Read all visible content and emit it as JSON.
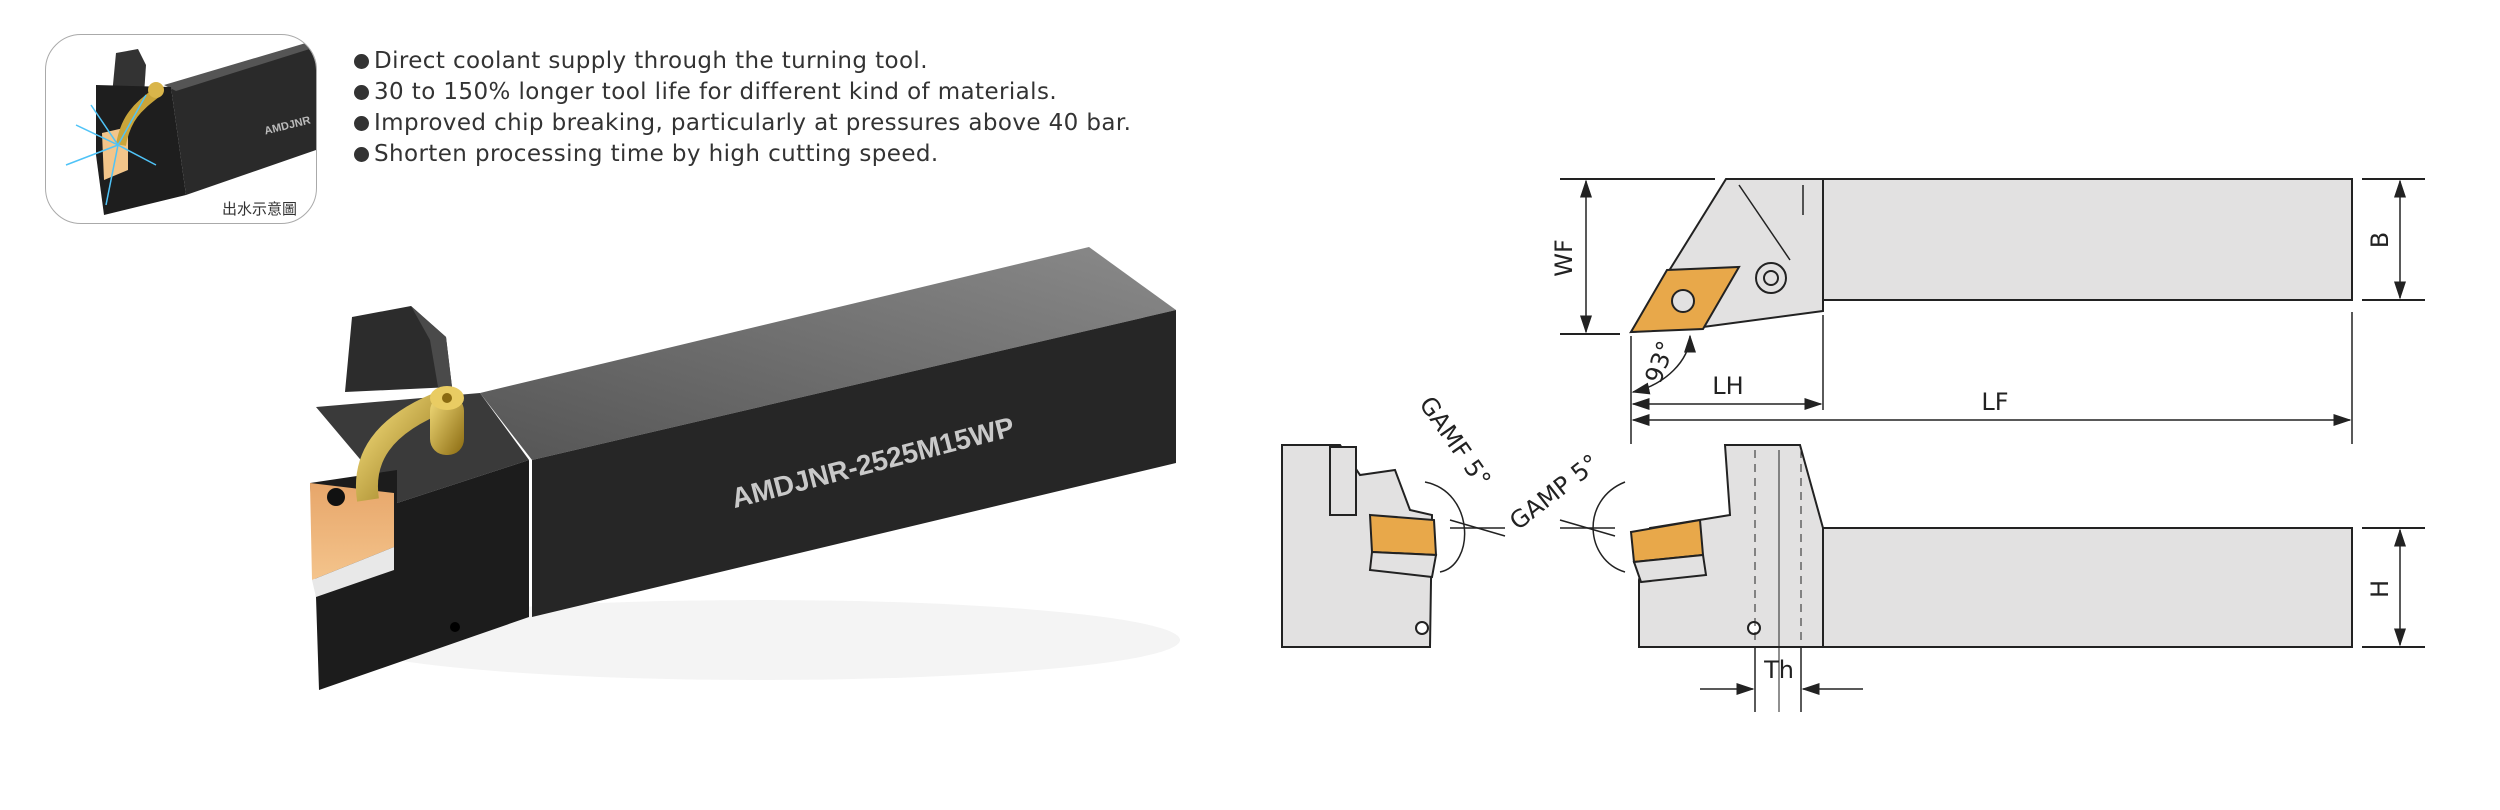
{
  "features": [
    "Direct coolant supply through the turning tool.",
    "30 to 150% longer tool life for different kind of materials.",
    "Improved chip breaking, particularly at pressures above 40 bar.",
    "Shorten processing time by high cutting speed."
  ],
  "inset": {
    "caption": "出水示意圖",
    "tool_label": "AMDJNR"
  },
  "product": {
    "model": "AMDJNR-2525M15WP"
  },
  "drawing": {
    "labels": {
      "wf": "WF",
      "b": "B",
      "lh": "LH",
      "lf": "LF",
      "h": "H",
      "th": "Th",
      "angle_93": "93°",
      "gamf": "GAMF 5°",
      "gamp": "GAMP 5°"
    }
  },
  "colors": {
    "insert": "#e8a84a",
    "body_drawing": "#e2e1e1",
    "tool_dark": "#262626"
  }
}
